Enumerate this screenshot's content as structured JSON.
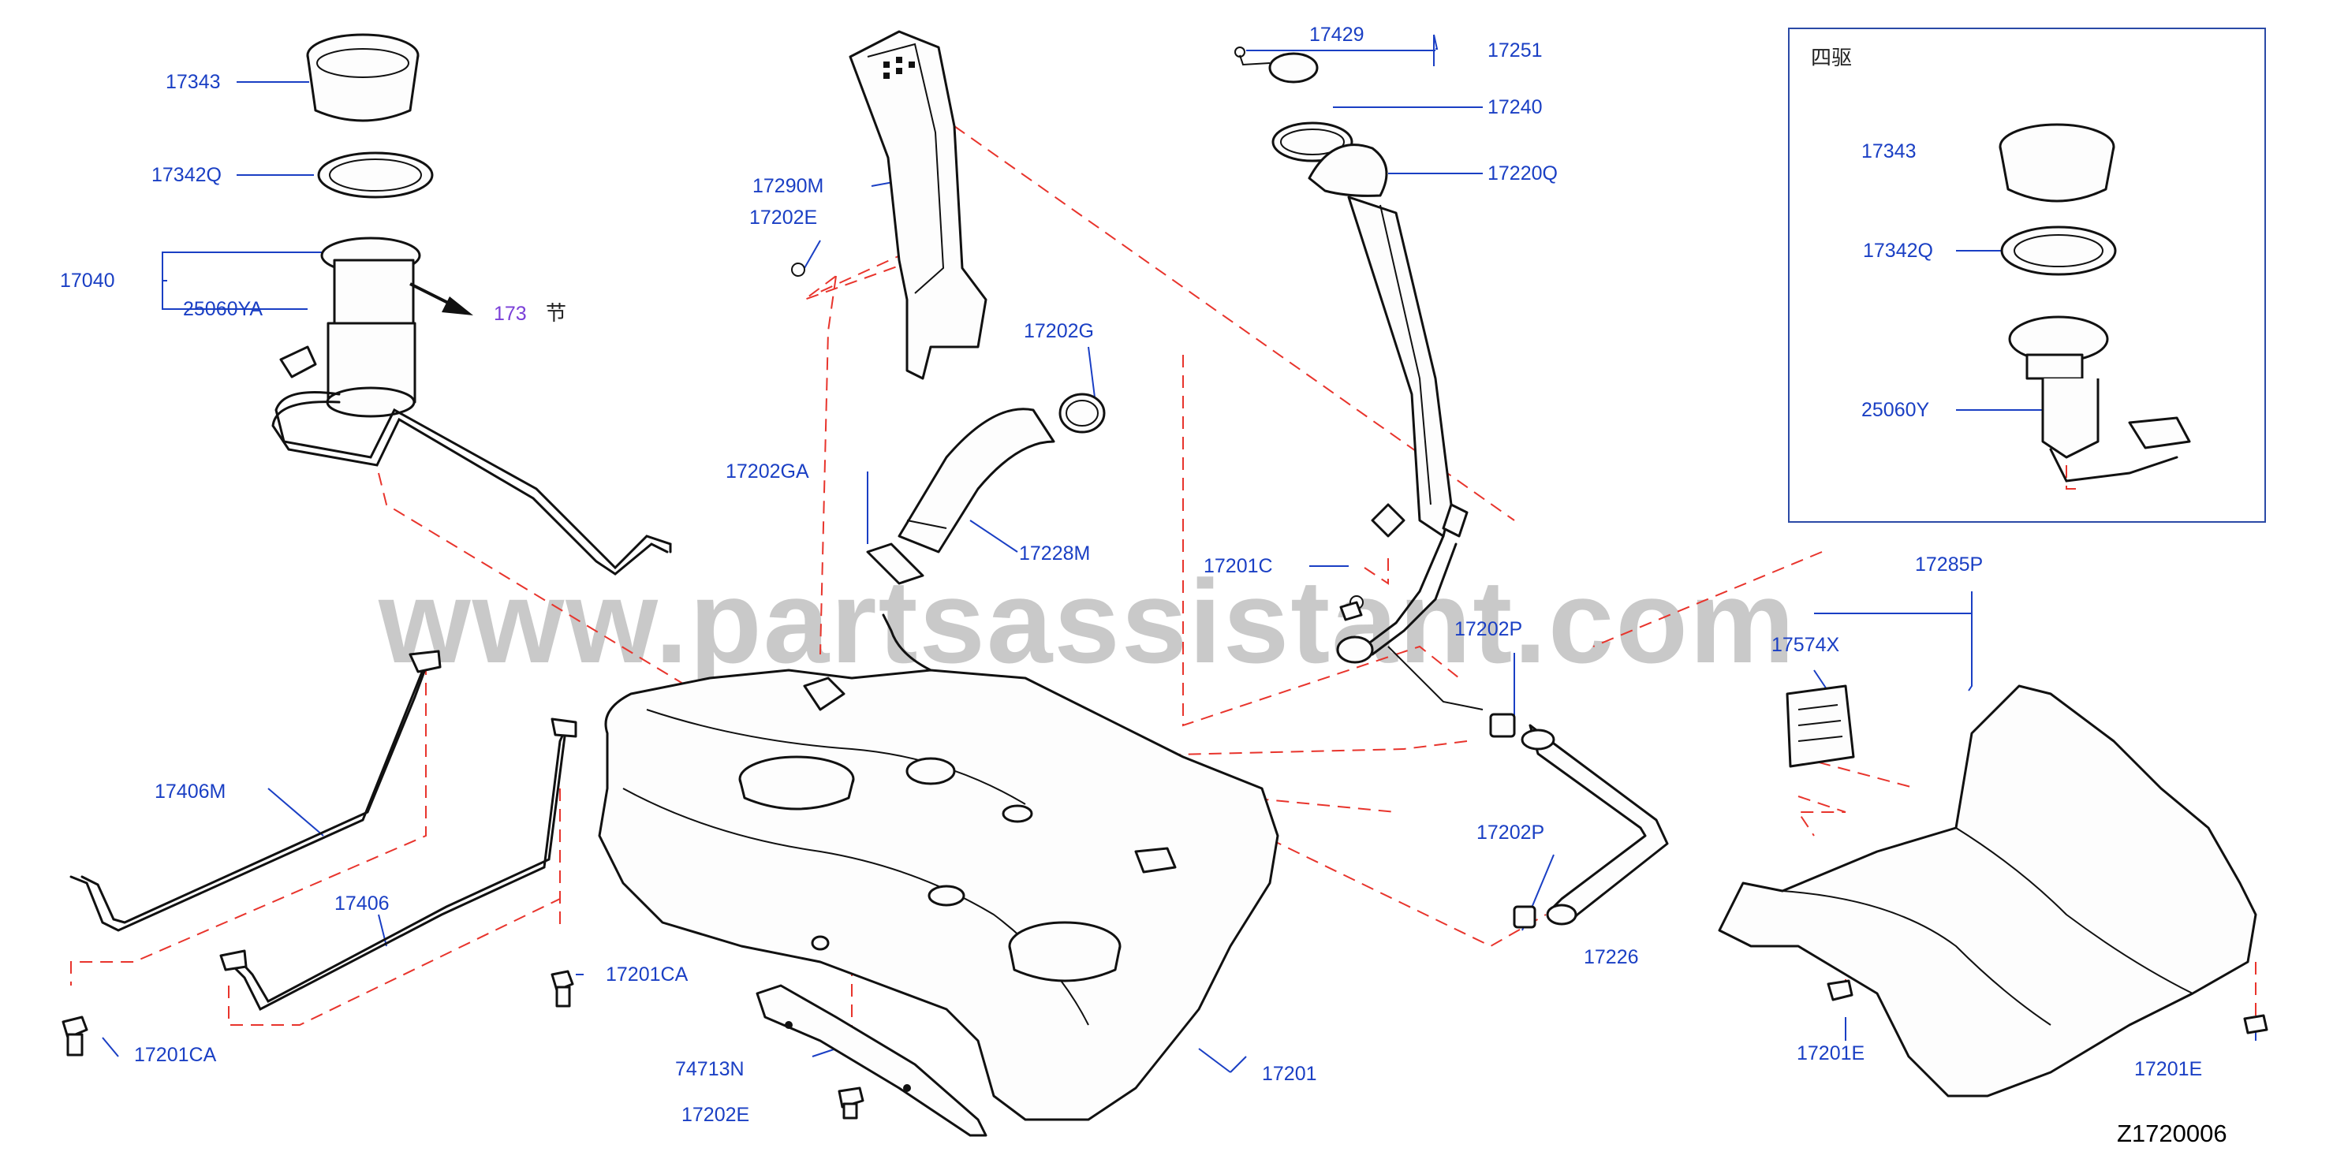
{
  "watermark": "www.partsassistant.com",
  "diagram_id": "Z1720006",
  "inset": {
    "title": "四驱"
  },
  "link": {
    "number": "173",
    "suffix": "节"
  },
  "labels": {
    "p17343": "17343",
    "p17342q": "17342Q",
    "p17040": "17040",
    "p25060ya": "25060YA",
    "p17290m": "17290M",
    "p17202e_top": "17202E",
    "p17202g": "17202G",
    "p17202ga": "17202GA",
    "p17228m": "17228M",
    "p17429": "17429",
    "p17251": "17251",
    "p17240": "17240",
    "p17220q": "17220Q",
    "p17201c": "17201C",
    "p17202p_top": "17202P",
    "p17202p_bot": "17202P",
    "p17226": "17226",
    "p17406m": "17406M",
    "p17406": "17406",
    "p17201ca_right": "17201CA",
    "p17201ca_left": "17201CA",
    "p74713n": "74713N",
    "p17202e_bot": "17202E",
    "p17201": "17201",
    "p17343_inset": "17343",
    "p17342q_inset": "17342Q",
    "p25060y_inset": "25060Y",
    "p17285p": "17285P",
    "p17574x": "17574X",
    "p17201e_left": "17201E",
    "p17201e_right": "17201E"
  }
}
